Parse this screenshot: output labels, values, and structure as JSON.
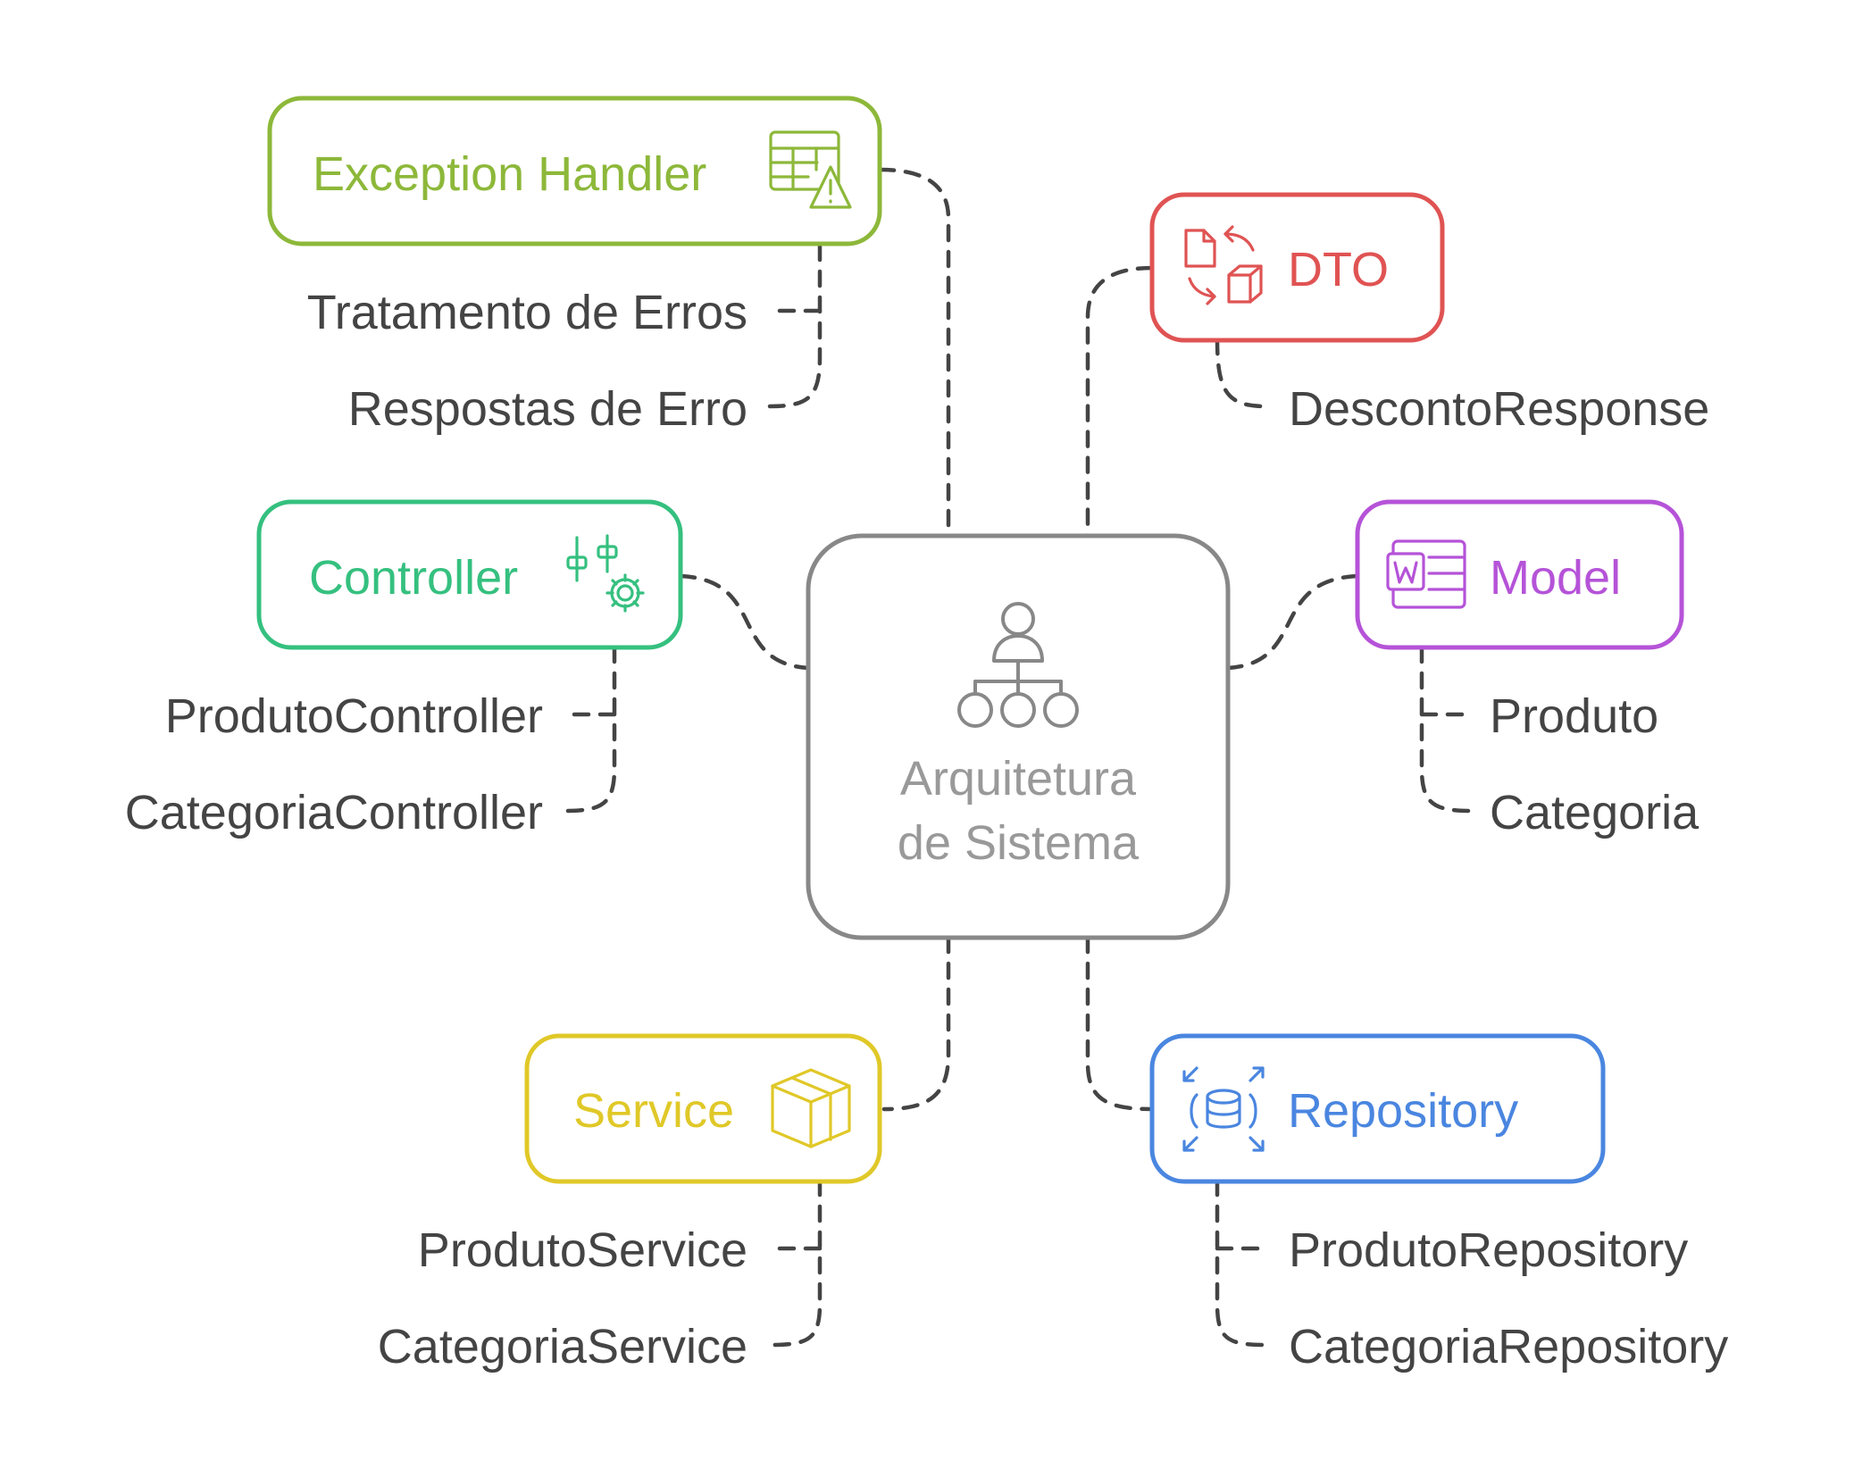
{
  "center": {
    "title_line1": "Arquitetura",
    "title_line2": "de Sistema",
    "icon": "org-chart-icon",
    "color": "#888888"
  },
  "nodes": {
    "exception_handler": {
      "label": "Exception Handler",
      "icon": "table-warning-icon",
      "color": "#8db83a",
      "children": [
        "Tratamento de Erros",
        "Respostas de Erro"
      ]
    },
    "dto": {
      "label": "DTO",
      "icon": "document-transform-icon",
      "color": "#e05353",
      "children": [
        "DescontoResponse"
      ]
    },
    "controller": {
      "label": "Controller",
      "icon": "sliders-gear-icon",
      "color": "#35c07f",
      "children": [
        "ProdutoController",
        "CategoriaController"
      ]
    },
    "model": {
      "label": "Model",
      "icon": "word-document-icon",
      "color": "#b553d8",
      "children": [
        "Produto",
        "Categoria"
      ]
    },
    "service": {
      "label": "Service",
      "icon": "box-icon",
      "color": "#e0c828",
      "children": [
        "ProdutoService",
        "CategoriaService"
      ]
    },
    "repository": {
      "label": "Repository",
      "icon": "database-expand-icon",
      "color": "#4a86e0",
      "children": [
        "ProdutoRepository",
        "CategoriaRepository"
      ]
    }
  }
}
